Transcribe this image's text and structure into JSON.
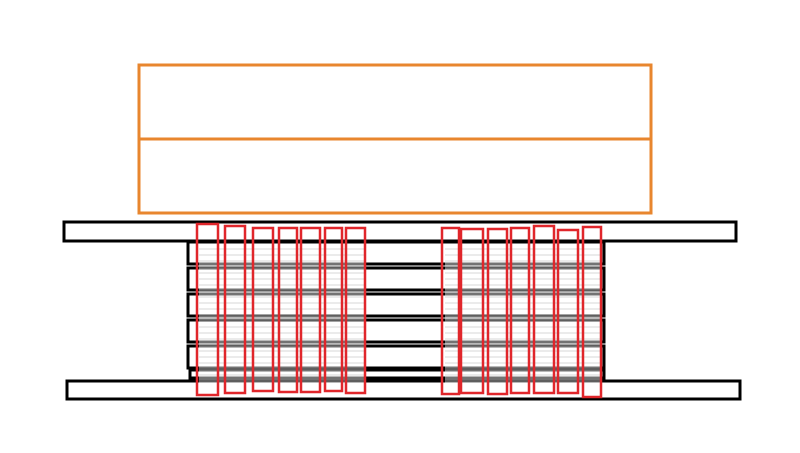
{
  "colors": {
    "background": "#ffffff",
    "top_blocks": "#e8862e",
    "plates": "#000000",
    "coils": "#e0262b",
    "shading": "#c8c8c8"
  },
  "top_blocks": {
    "count": 2
  },
  "plates": {
    "outer_count": 2,
    "inner_count": 6
  },
  "coil_groups": [
    {
      "name": "left",
      "coil_count": 7
    },
    {
      "name": "right",
      "coil_count": 7
    }
  ]
}
